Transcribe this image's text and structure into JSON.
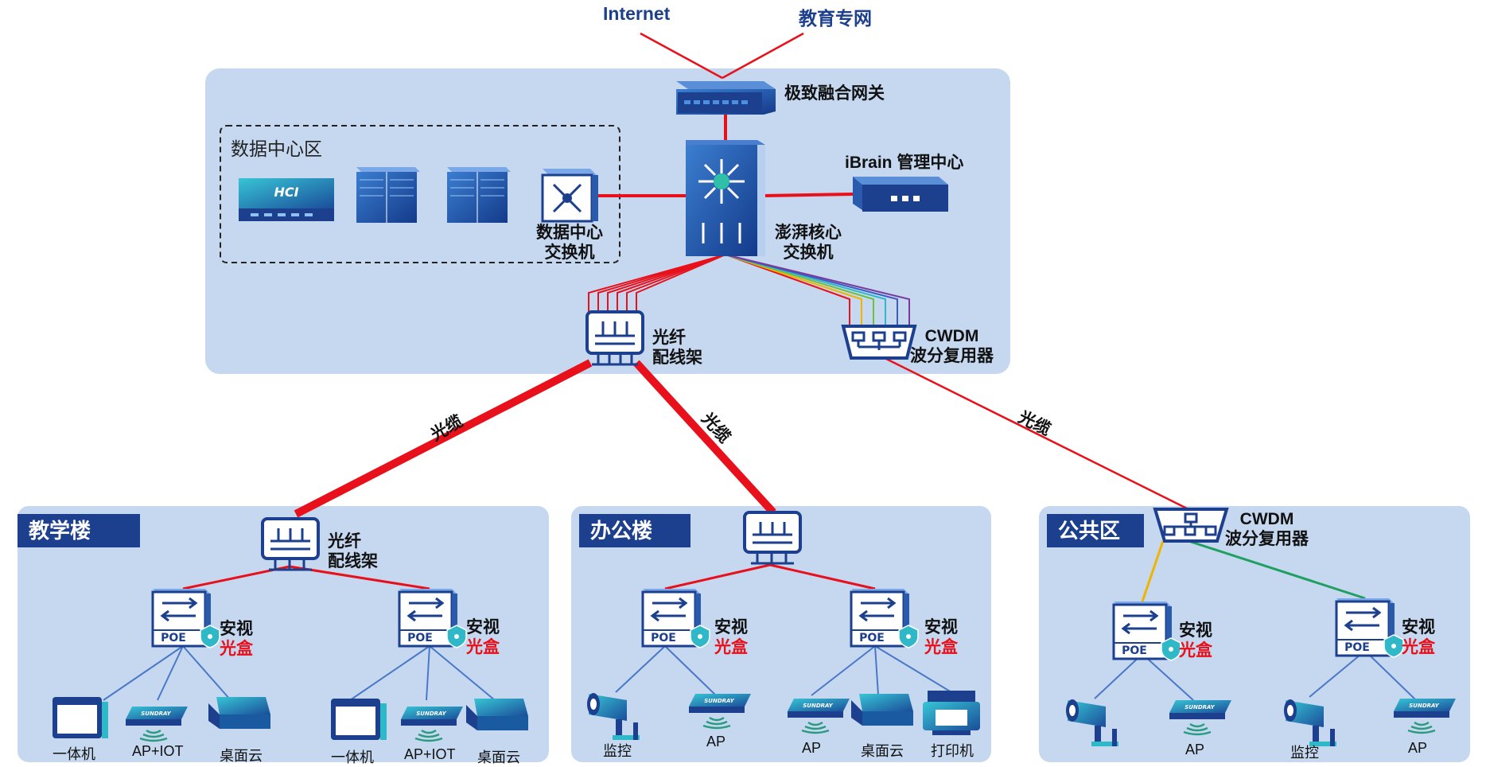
{
  "top": {
    "internet": "Internet",
    "edu_net": "教育专网"
  },
  "core_zone": {
    "gateway": "极致融合网关",
    "data_center": {
      "title": "数据中心区",
      "switch": [
        "数据中心",
        "交换机"
      ],
      "hci": "HCI"
    },
    "ibrain": "iBrain 管理中心",
    "core_switch": [
      "澎湃核心",
      "交换机"
    ],
    "odf": [
      "光纤",
      "配线架"
    ],
    "cwdm": [
      "CWDM",
      "波分复用器"
    ]
  },
  "cables": {
    "left": "光缆",
    "middle": "光缆",
    "right": "光缆"
  },
  "teaching": {
    "title": "教学楼",
    "odf": [
      "光纤",
      "配线架"
    ],
    "box": [
      "安视",
      "光盒"
    ],
    "poe": "POE",
    "devices": [
      "一体机",
      "AP+IOT",
      "桌面云",
      "一体机",
      "AP+IOT",
      "桌面云"
    ]
  },
  "office": {
    "title": "办公楼",
    "box": [
      "安视",
      "光盒"
    ],
    "poe": "POE",
    "devices": [
      "监控",
      "AP",
      "AP",
      "桌面云",
      "打印机"
    ]
  },
  "public": {
    "title": "公共区",
    "cwdm": [
      "CWDM",
      "波分复用器"
    ],
    "box": [
      "安视",
      "光盒"
    ],
    "poe": "POE",
    "devices": [
      "",
      "AP",
      "监控",
      "AP"
    ]
  },
  "ap_brand": "SUNDRAY",
  "colors": {
    "zone_bg": "#c5d8f0",
    "title_bg": "#1c3f8e",
    "cable_red": "#e8101a",
    "device_blue": "#1c3f8e",
    "cyan": "#2fb8c8",
    "yellow": "#f0b400",
    "green": "#20a060"
  }
}
